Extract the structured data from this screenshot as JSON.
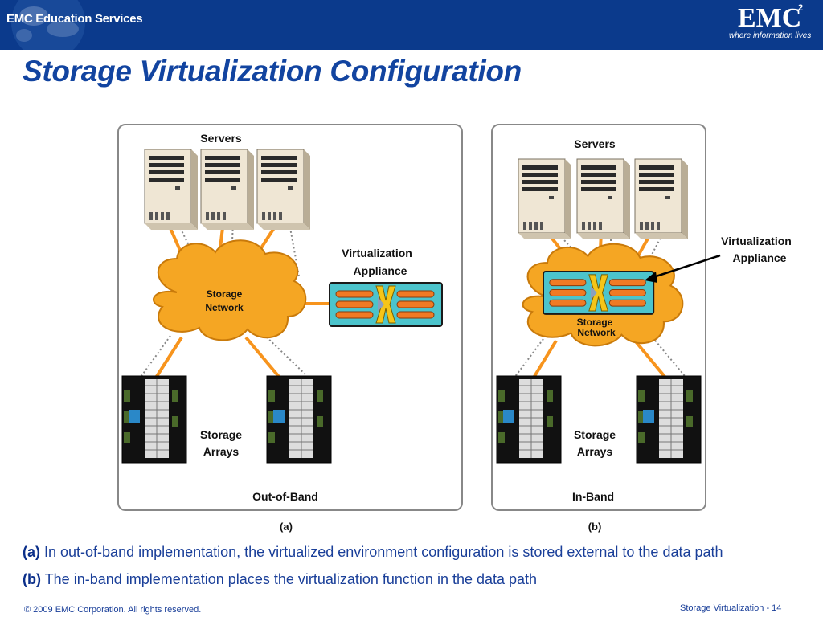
{
  "header": {
    "brand_text": "EMC Education Services",
    "logo_text": "EMC",
    "logo_superscript": "2",
    "logo_tagline": "where information lives"
  },
  "slide": {
    "title": "Storage Virtualization Configuration"
  },
  "diagram": {
    "panel_a": {
      "servers_label": "Servers",
      "network_label_line1": "Storage",
      "network_label_line2": "Network",
      "appliance_label_line1": "Virtualization",
      "appliance_label_line2": "Appliance",
      "arrays_label_line1": "Storage",
      "arrays_label_line2": "Arrays",
      "mode_label": "Out-of-Band",
      "caption": "(a)"
    },
    "panel_b": {
      "servers_label": "Servers",
      "network_label_line1": "Storage",
      "network_label_line2": "Network",
      "appliance_label_line1": "Virtualization",
      "appliance_label_line2": "Appliance",
      "arrays_label_line1": "Storage",
      "arrays_label_line2": "Arrays",
      "mode_label": "In-Band",
      "caption": "(b)"
    }
  },
  "notes": [
    {
      "tag": "(a)",
      "text": "In out-of-band implementation, the virtualized environment configuration is stored external to the data path"
    },
    {
      "tag": "(b)",
      "text": "The in-band implementation places the virtualization function in the data path"
    }
  ],
  "footer": {
    "copyright": "© 2009 EMC Corporation. All rights reserved.",
    "module": "Storage Virtualization",
    "page": "- 14"
  },
  "colors": {
    "header_blue": "#0b3a8c",
    "title_blue": "#1244a0",
    "cloud_orange": "#f5a623",
    "link_orange": "#f7941d",
    "appliance_teal": "#4cc4cc"
  }
}
